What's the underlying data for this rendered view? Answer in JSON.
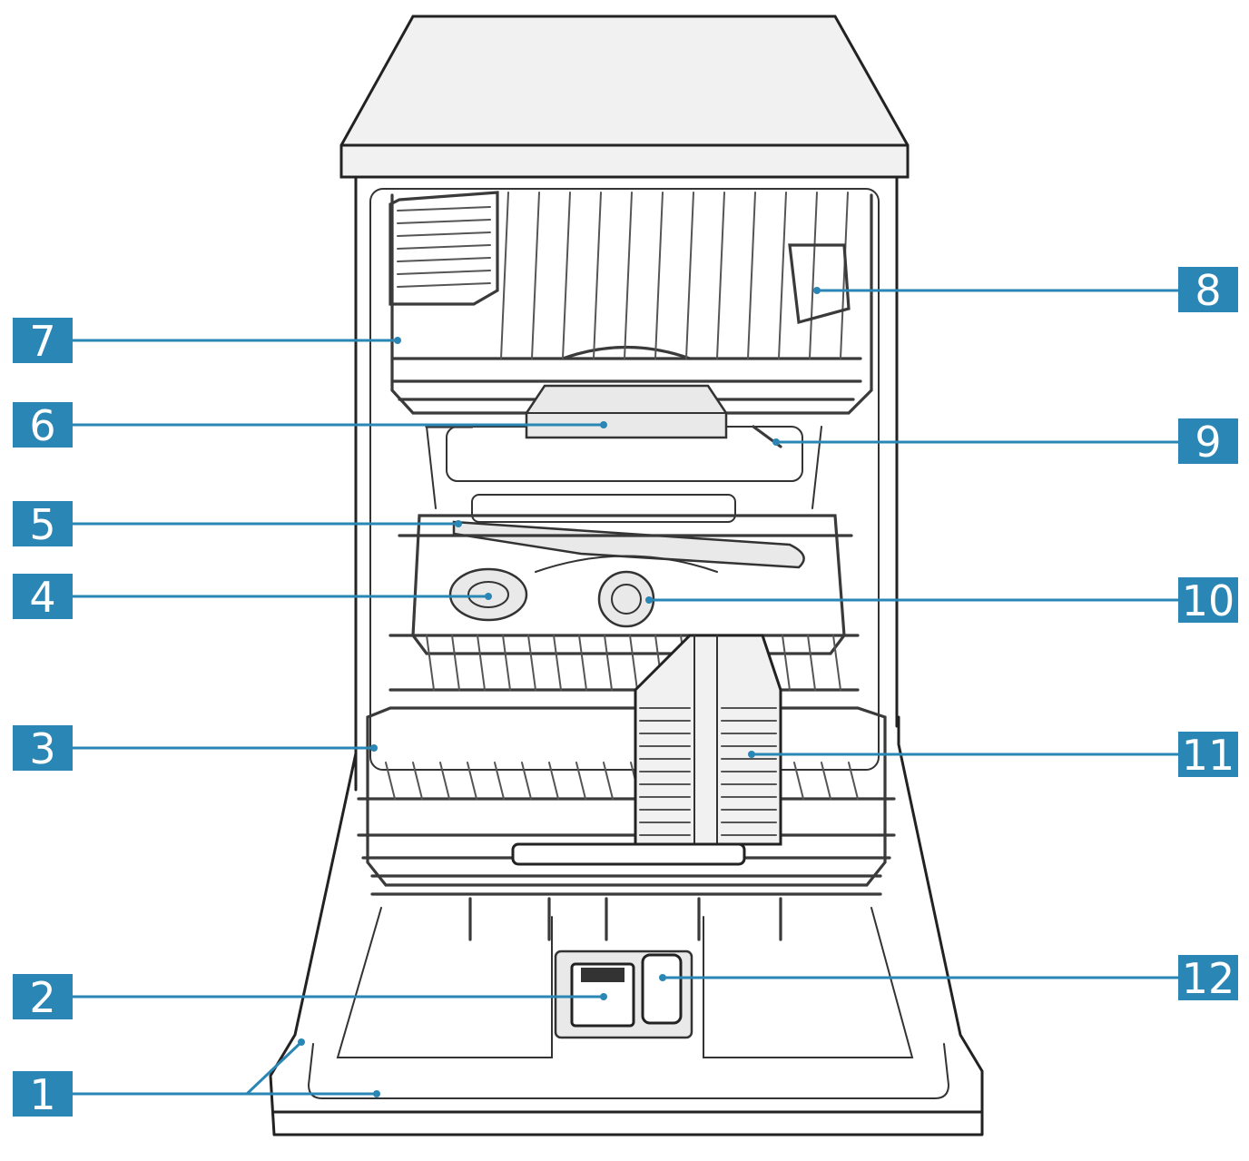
{
  "diagram": {
    "accent_color": "#2a86b4",
    "badge_color": "#2a86b4",
    "callouts": [
      {
        "number": "1",
        "side": "left"
      },
      {
        "number": "2",
        "side": "left"
      },
      {
        "number": "3",
        "side": "left"
      },
      {
        "number": "4",
        "side": "left"
      },
      {
        "number": "5",
        "side": "left"
      },
      {
        "number": "6",
        "side": "left"
      },
      {
        "number": "7",
        "side": "left"
      },
      {
        "number": "8",
        "side": "right"
      },
      {
        "number": "9",
        "side": "right"
      },
      {
        "number": "10",
        "side": "right"
      },
      {
        "number": "11",
        "side": "right"
      },
      {
        "number": "12",
        "side": "right"
      }
    ]
  }
}
